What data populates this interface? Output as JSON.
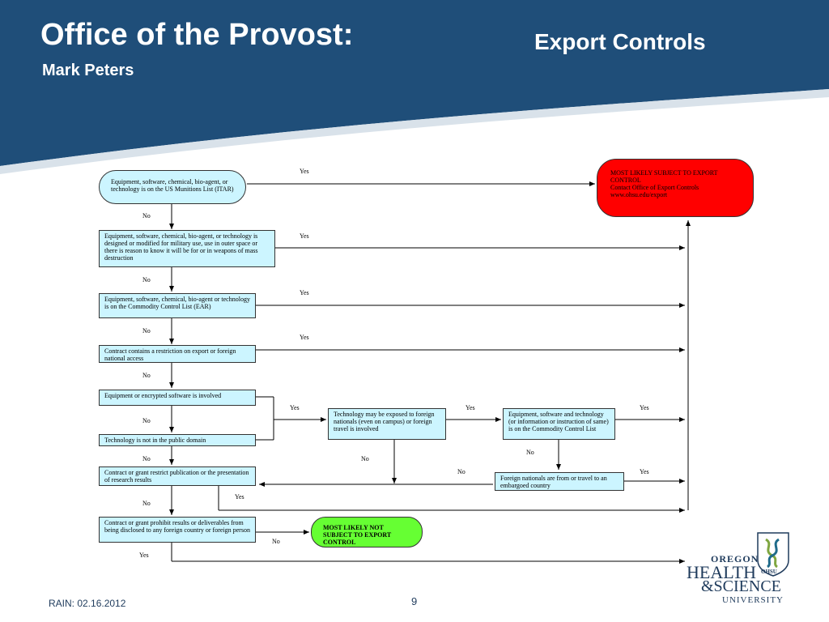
{
  "header": {
    "title": "Office of the Provost:",
    "title_right": "Export Controls",
    "subtitle": "Mark Peters"
  },
  "boxes": {
    "q1": "Equipment, software, chemical, bio-agent, or technology is on the US Munitions List (ITAR)",
    "q2": "Equipment, software, chemical, bio-agent, or technology is designed or modified for military use, use in outer space or there is reason to know it will be for or in weapons of mass destruction",
    "q3": "Equipment, software, chemical, bio-agent or technology is on the Commodity Control List (EAR)",
    "q4": "Contract contains a restriction on export or foreign national access",
    "q5": "Equipment or encrypted software is involved",
    "q6": "Technology is not in the public domain",
    "q7": "Contract or grant restrict publication or the presentation of research results",
    "q8": "Contract or grant prohibit results or deliverables from being disclosed to any foreign country or foreign person",
    "t1": "Technology may be exposed to foreign nationals (even on campus) or foreign travel is involved",
    "t2": "Equipment, software and technology (or information or instruction of same) is on the Commodity Control List",
    "t3": "Foreign nationals are from or travel to an embargoed country",
    "subject_title": "MOST LIKELY SUBJECT TO EXPORT CONTROL",
    "subject_contact": "Contact Office of Export Controls",
    "subject_url": "www.ohsu.edu/export",
    "not_subject": "MOST LIKELY NOT SUBJECT TO EXPORT CONTROL"
  },
  "labels": {
    "yes": "Yes",
    "no": "No"
  },
  "colors": {
    "header": "#1f4e79",
    "box_fill": "#ccf5ff",
    "subject_fill": "#ff0000",
    "not_subject_fill": "#66ff33"
  },
  "footer": {
    "left": "RAIN:  02.16.2012",
    "page": "9"
  },
  "logo": {
    "line1": "OREGON",
    "line2": "HEALTH",
    "line3": "&SCIENCE",
    "line4": "UNIVERSITY",
    "mark": "OHSU"
  }
}
